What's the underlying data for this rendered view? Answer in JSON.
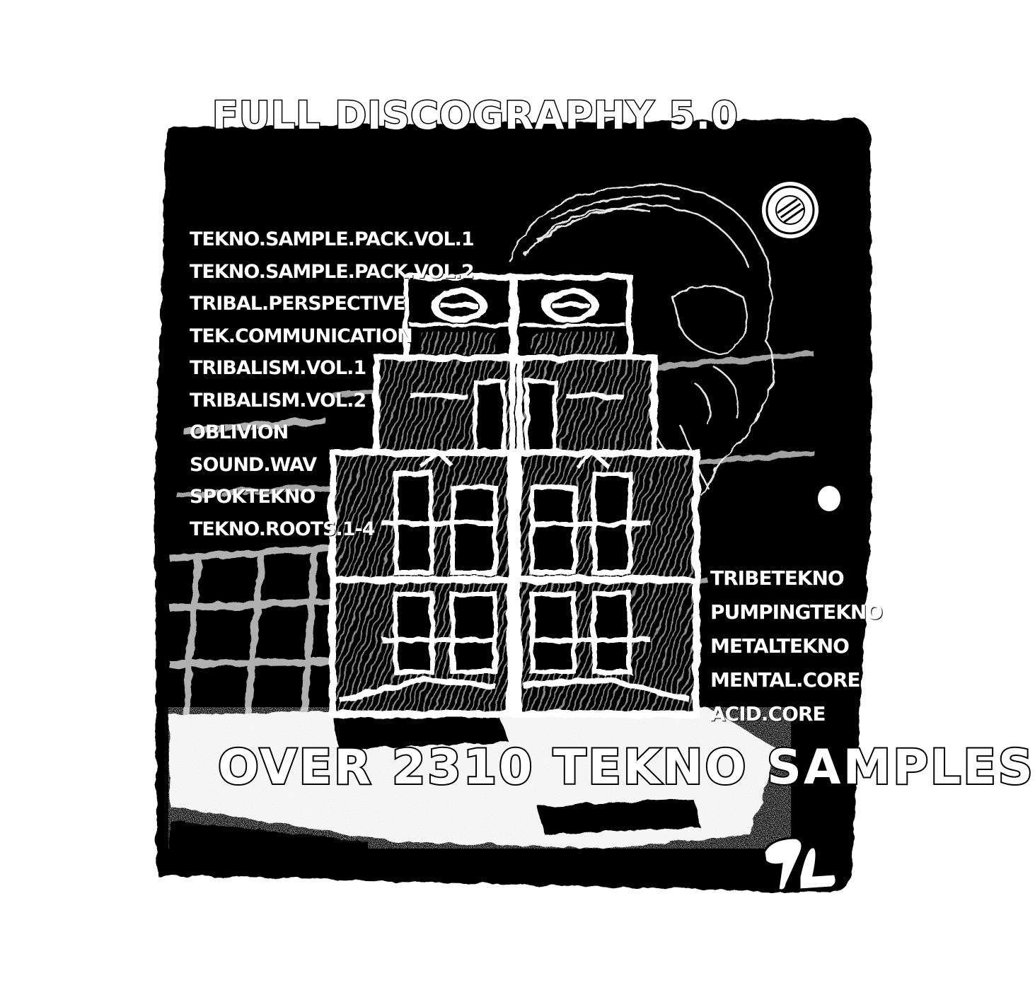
{
  "title": "FULL DISCOGRAPHY 5.0",
  "headline": "OVER 2310 TEKNO SAMPLES",
  "releases_left": [
    "TEKNO.SAMPLE.PACK.VOL.1",
    "TEKNO.SAMPLE.PACK.VOL.2",
    "TRIBAL.PERSPECTIVE",
    "TEK.COMMUNICATION",
    "TRIBALISM.VOL.1",
    "TRIBALISM.VOL.2",
    "OBLIVION",
    "SOUND.WAV",
    "SPOKTEKNO",
    "TEKNO.ROOTS.1-4"
  ],
  "releases_right": [
    "TRIBETEKNO",
    "PUMPINGTEKNO",
    "METALTEKNO",
    "MENTAL.CORE",
    "ACID.CORE"
  ],
  "logo_text": "TL",
  "colors": {
    "ink": "#000000",
    "paper": "#ffffff"
  },
  "icons": [
    "speaker-stack-icon",
    "skull-sketch-icon",
    "round-stamp-icon",
    "tag-logo-icon"
  ]
}
